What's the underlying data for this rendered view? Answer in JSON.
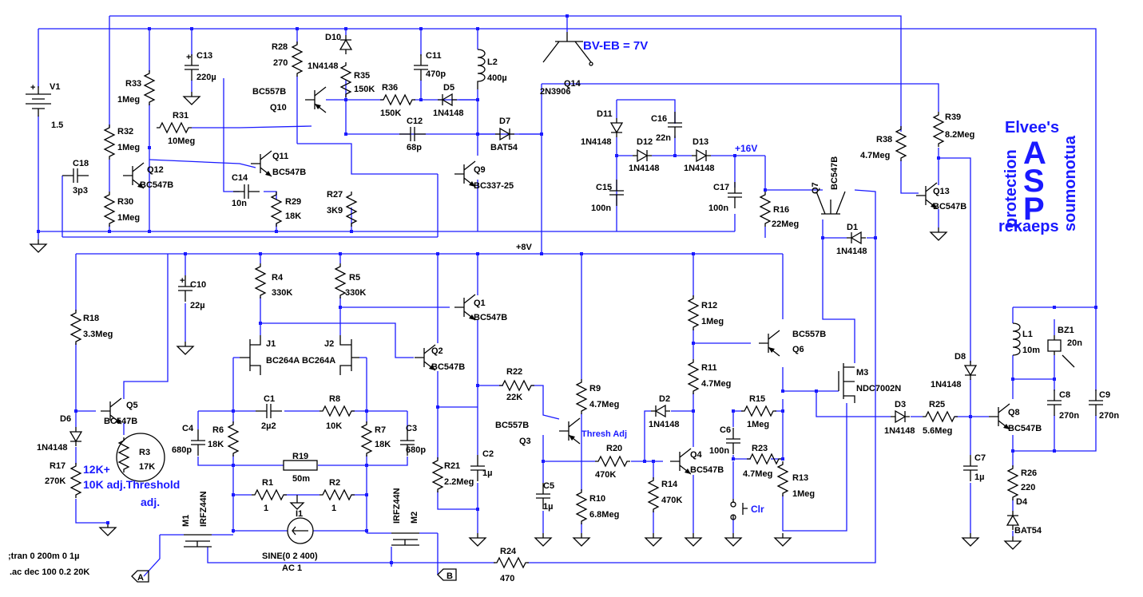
{
  "components": {
    "V1": {
      "name": "V1",
      "value": "1.5"
    },
    "C13": {
      "name": "C13",
      "value": "220µ"
    },
    "R28": {
      "name": "R28",
      "value": "270"
    },
    "D10": {
      "name": "D10",
      "value": "1N4148"
    },
    "R35": {
      "name": "R35",
      "value": "150K"
    },
    "C11": {
      "name": "C11",
      "value": "470p"
    },
    "L2": {
      "name": "L2",
      "value": "400µ"
    },
    "R33": {
      "name": "R33",
      "value": "1Meg"
    },
    "Q10": {
      "name": "Q10",
      "value": "BC557B"
    },
    "R36": {
      "name": "R36",
      "value": "150K"
    },
    "D5": {
      "name": "D5",
      "value": "1N4148"
    },
    "Q14": {
      "name": "Q14",
      "value": "2N3906"
    },
    "R31": {
      "name": "R31",
      "value": "10Meg"
    },
    "C12": {
      "name": "C12",
      "value": "68p"
    },
    "D7": {
      "name": "D7",
      "value": "BAT54"
    },
    "R32": {
      "name": "R32",
      "value": "1Meg"
    },
    "Q11": {
      "name": "Q11",
      "value": "BC547B"
    },
    "C18": {
      "name": "C18",
      "value": "3p3"
    },
    "Q12": {
      "name": "Q12",
      "value": "BC547B"
    },
    "C14": {
      "name": "C14",
      "value": "10n"
    },
    "R29": {
      "name": "R29",
      "value": "18K"
    },
    "R27": {
      "name": "R27",
      "value": "3K9"
    },
    "Q9": {
      "name": "Q9",
      "value": "BC337-25"
    },
    "R30": {
      "name": "R30",
      "value": "1Meg"
    },
    "D11": {
      "name": "D11",
      "value": "1N4148"
    },
    "C16": {
      "name": "C16",
      "value": "22n"
    },
    "D12": {
      "name": "D12",
      "value": "1N4148"
    },
    "D13": {
      "name": "D13",
      "value": "1N4148"
    },
    "C15": {
      "name": "C15",
      "value": "100n"
    },
    "C17": {
      "name": "C17",
      "value": "100n"
    },
    "Q7": {
      "name": "Q7",
      "value": "BC547B"
    },
    "R16": {
      "name": "R16",
      "value": "22Meg"
    },
    "D1": {
      "name": "D1",
      "value": "1N4148"
    },
    "R38": {
      "name": "R38",
      "value": "4.7Meg"
    },
    "R39": {
      "name": "R39",
      "value": "8.2Meg"
    },
    "Q13": {
      "name": "Q13",
      "value": "BC547B"
    },
    "C10": {
      "name": "C10",
      "value": "22µ"
    },
    "R4": {
      "name": "R4",
      "value": "330K"
    },
    "R5": {
      "name": "R5",
      "value": "330K"
    },
    "Q1": {
      "name": "Q1",
      "value": "BC547B"
    },
    "R18": {
      "name": "R18",
      "value": "3.3Meg"
    },
    "J1": {
      "name": "J1",
      "value": "BC264A"
    },
    "J2": {
      "name": "J2",
      "value": "BC264A"
    },
    "Q2": {
      "name": "Q2",
      "value": "BC547B"
    },
    "R12": {
      "name": "R12",
      "value": "1Meg"
    },
    "Q6": {
      "name": "Q6",
      "value": "BC557B"
    },
    "R11": {
      "name": "R11",
      "value": "4.7Meg"
    },
    "R22": {
      "name": "R22",
      "value": "22K"
    },
    "R9": {
      "name": "R9",
      "value": "4.7Meg"
    },
    "M3": {
      "name": "M3",
      "value": "NDC7002N"
    },
    "L1": {
      "name": "L1",
      "value": "10m"
    },
    "BZ1": {
      "name": "BZ1",
      "value": "20n"
    },
    "Q5": {
      "name": "Q5",
      "value": "BC547B"
    },
    "D6": {
      "name": "D6",
      "value": "1N4148"
    },
    "C1": {
      "name": "C1",
      "value": "2µ2"
    },
    "R8": {
      "name": "R8",
      "value": "10K"
    },
    "C4": {
      "name": "C4",
      "value": "680p"
    },
    "R6": {
      "name": "R6",
      "value": "18K"
    },
    "R7": {
      "name": "R7",
      "value": "18K"
    },
    "C3": {
      "name": "C3",
      "value": "680p"
    },
    "D2": {
      "name": "D2",
      "value": "1N4148"
    },
    "R15": {
      "name": "R15",
      "value": "1Meg"
    },
    "D8": {
      "name": "D8",
      "value": "1N4148"
    },
    "Q3": {
      "name": "Q3",
      "value": "BC557B"
    },
    "C6": {
      "name": "C6",
      "value": "100n"
    },
    "D3": {
      "name": "D3",
      "value": "1N4148"
    },
    "R25": {
      "name": "R25",
      "value": "5.6Meg"
    },
    "Q8": {
      "name": "Q8",
      "value": "BC547B"
    },
    "C8": {
      "name": "C8",
      "value": "270n"
    },
    "C9": {
      "name": "C9",
      "value": "270n"
    },
    "R3": {
      "name": "R3",
      "value": "17K"
    },
    "R17": {
      "name": "R17",
      "value": "270K"
    },
    "R20": {
      "name": "R20",
      "value": "470K"
    },
    "Q4": {
      "name": "Q4",
      "value": "BC547B"
    },
    "R23": {
      "name": "R23",
      "value": "4.7Meg"
    },
    "R21": {
      "name": "R21",
      "value": "2.2Meg"
    },
    "C2": {
      "name": "C2",
      "value": "1µ"
    },
    "R19": {
      "name": "R19",
      "value": "50m"
    },
    "R14": {
      "name": "R14",
      "value": "470K"
    },
    "R13": {
      "name": "R13",
      "value": "1Meg"
    },
    "C7": {
      "name": "C7",
      "value": "1µ"
    },
    "R26": {
      "name": "R26",
      "value": "220"
    },
    "C5": {
      "name": "C5",
      "value": "1µ"
    },
    "R10": {
      "name": "R10",
      "value": "6.8Meg"
    },
    "R1": {
      "name": "R1",
      "value": "1"
    },
    "R2": {
      "name": "R2",
      "value": "1"
    },
    "I1": {
      "name": "I1",
      "value": "SINE(0 2 400)",
      "ac": "AC 1"
    },
    "M1": {
      "name": "M1",
      "value": "IRFZ44N"
    },
    "M2": {
      "name": "M2",
      "value": "IRFZ44N"
    },
    "R24": {
      "name": "R24",
      "value": "470"
    },
    "D4": {
      "name": "D4",
      "value": "BAT54"
    }
  },
  "annotations": {
    "bv_eb": "BV-EB = 7V",
    "rail_16v": "+16V",
    "rail_8v": "+8V",
    "thresh_adj": "Thresh Adj",
    "clr": "Clr",
    "r3_note_1": "12K+",
    "r3_note_2": "10K adj.Threshold",
    "r3_note_3": "adj.",
    "port_a": "A",
    "port_b": "B",
    "tran_directive": ";tran 0 200m 0 1µ",
    "ac_directive": ".ac dec 100 0.2 20K"
  },
  "title_block": {
    "line1": "Elvee's",
    "line2": "ASP",
    "line3": "protection",
    "line4": "rekaeps",
    "line5": "soumonotua"
  },
  "colors": {
    "wire": "#1a1aff",
    "component": "#000000",
    "junction": "#1a1aff"
  }
}
